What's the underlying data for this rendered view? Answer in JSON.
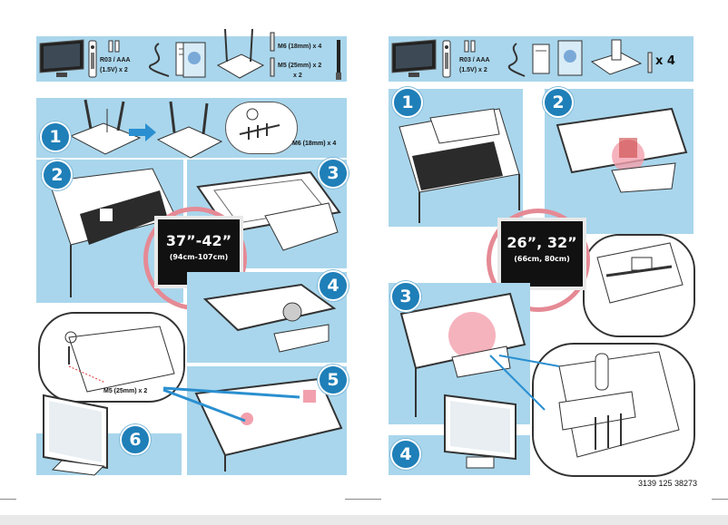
{
  "left_page": {
    "parts_strip": {
      "battery_type": "R03 / AAA",
      "battery_qty": "(1.5V) x 2",
      "screw_a": "M6 (18mm) x 4",
      "screw_b": "M5 (25mm) x 2",
      "screw_b_extra": "x 2"
    },
    "step1": {
      "number": "1",
      "screw_label": "M6 (18mm) x 4"
    },
    "step2": {
      "number": "2"
    },
    "step3": {
      "number": "3"
    },
    "step4": {
      "number": "4"
    },
    "step5": {
      "number": "5"
    },
    "step6": {
      "number": "6",
      "screw_label": "M5 (25mm) x 2"
    },
    "size_badge": {
      "inches": "37”-42”",
      "cm": "(94cm-107cm)"
    }
  },
  "right_page": {
    "parts_strip": {
      "battery_type": "R03 / AAA",
      "battery_qty": "(1.5V) x 2",
      "screw_qty": "x 4"
    },
    "step1": {
      "number": "1"
    },
    "step2": {
      "number": "2"
    },
    "step3": {
      "number": "3"
    },
    "step4": {
      "number": "4"
    },
    "size_badge": {
      "inches": "26”, 32”",
      "cm": "(66cm, 80cm)"
    }
  },
  "footer": {
    "code": "3139 125 38273"
  },
  "colors": {
    "panel": "#a9d6ec",
    "badge": "#1f7fb8",
    "ring": "#e58a95",
    "arrow": "#2a8fd0"
  }
}
